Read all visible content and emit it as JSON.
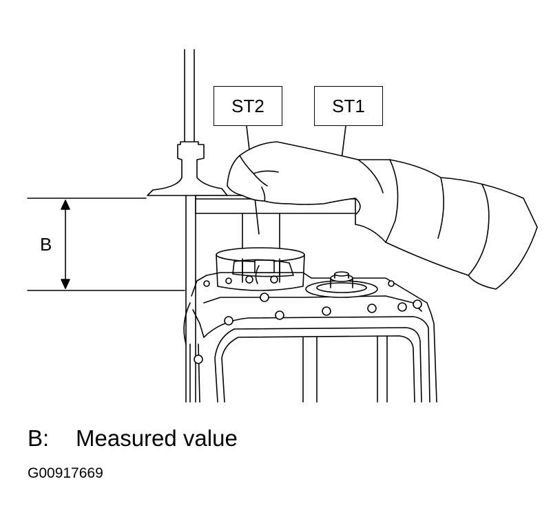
{
  "callouts": {
    "st2": "ST2",
    "st1": "ST1"
  },
  "dimension": {
    "letter": "B"
  },
  "legend": {
    "key": "B:",
    "text": "Measured value"
  },
  "figure_id": "G00917669"
}
